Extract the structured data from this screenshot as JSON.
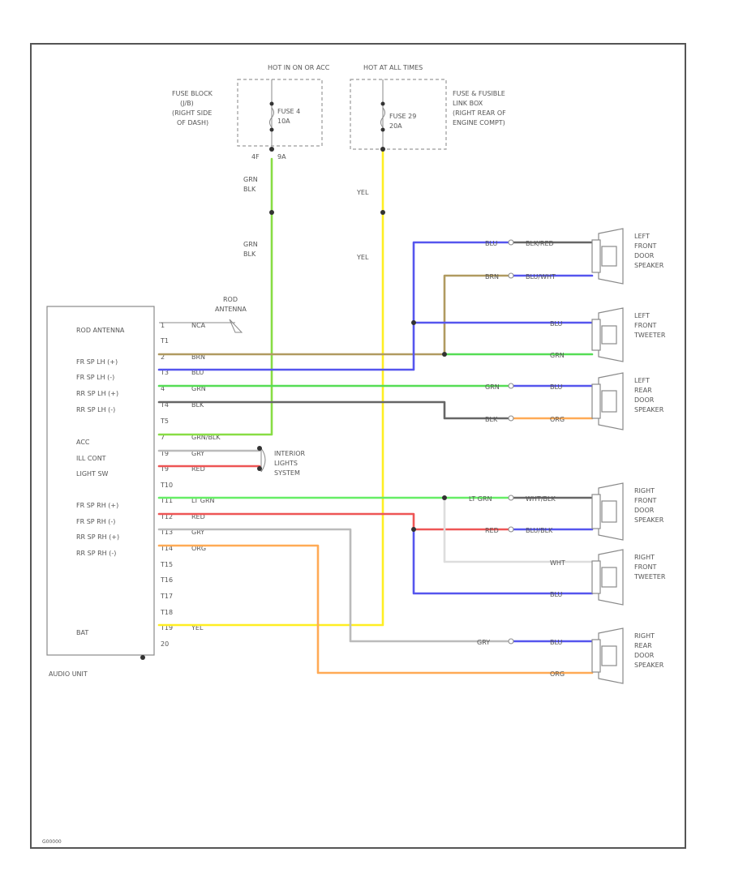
{
  "colors": {
    "grn_blk": "#88dd44",
    "yel": "#ffee22",
    "blu": "#5555ee",
    "brn": "#b09a60",
    "grn": "#55dd55",
    "blk": "#666666",
    "gry": "#bbbbbb",
    "red": "#ee5555",
    "org": "#ffaa55",
    "lt_grn": "#66ee66",
    "wht": "#dddddd"
  },
  "fuses": {
    "left": {
      "hot_label": "HOT IN ON OR ACC",
      "block_label": [
        "FUSE BLOCK",
        "(J/B)",
        "(RIGHT SIDE",
        "OF DASH)"
      ],
      "fuse": [
        "FUSE 4",
        "10A"
      ],
      "connectors": [
        "4F",
        "9A"
      ]
    },
    "right": {
      "hot_label": "HOT AT ALL TIMES",
      "block_label": [
        "FUSE & FUSIBLE",
        "LINK BOX",
        "(RIGHT REAR OF",
        "ENGINE COMPT)"
      ],
      "fuse": [
        "FUSE 29",
        "20A"
      ]
    }
  },
  "wire_labels": {
    "grn_blk_1": [
      "GRN",
      "BLK"
    ],
    "grn_blk_2": [
      "GRN",
      "BLK"
    ],
    "yel_1": "YEL",
    "yel_2": "YEL"
  },
  "audio_unit": {
    "name": "AUDIO UNIT",
    "antenna_label": [
      "ROD",
      "ANTENNA"
    ],
    "pins": [
      {
        "label": "ROD ANTENNA",
        "pin": "1",
        "wire": "NCA"
      },
      {
        "label": "",
        "pin": "T1",
        "wire": ""
      },
      {
        "label": "FR SP LH (+)",
        "pin": "2",
        "wire": "BRN"
      },
      {
        "label": "FR SP LH (-)",
        "pin": "T3",
        "wire": "BLU"
      },
      {
        "label": "RR SP LH (+)",
        "pin": "4",
        "wire": "GRN"
      },
      {
        "label": "RR SP LH (-)",
        "pin": "T4",
        "wire": "BLK"
      },
      {
        "label": "",
        "pin": "T5",
        "wire": ""
      },
      {
        "label": "ACC",
        "pin": "7",
        "wire": "GRN/BLK"
      },
      {
        "label": "ILL CONT",
        "pin": "T9",
        "wire": "GRY"
      },
      {
        "label": "LIGHT SW",
        "pin": "T9",
        "wire": "RED"
      },
      {
        "label": "",
        "pin": "T10",
        "wire": ""
      },
      {
        "label": "FR SP RH (+)",
        "pin": "T11",
        "wire": "LT GRN"
      },
      {
        "label": "FR SP RH (-)",
        "pin": "T12",
        "wire": "RED"
      },
      {
        "label": "RR SP RH (+)",
        "pin": "T13",
        "wire": "GRY"
      },
      {
        "label": "RR SP RH (-)",
        "pin": "T14",
        "wire": "ORG"
      },
      {
        "label": "",
        "pin": "T15",
        "wire": ""
      },
      {
        "label": "",
        "pin": "T16",
        "wire": ""
      },
      {
        "label": "",
        "pin": "T17",
        "wire": ""
      },
      {
        "label": "",
        "pin": "T18",
        "wire": ""
      },
      {
        "label": "BAT",
        "pin": "T19",
        "wire": "YEL"
      },
      {
        "label": "",
        "pin": "20",
        "wire": ""
      }
    ]
  },
  "interior_lights": [
    "INTERIOR",
    "LIGHTS",
    "SYSTEM"
  ],
  "components": [
    {
      "name": [
        "LEFT",
        "FRONT",
        "DOOR",
        "SPEAKER"
      ],
      "wires": [
        "BLU",
        "BLK/RED",
        "BRN",
        "BLU/WHT"
      ]
    },
    {
      "name": [
        "LEFT",
        "FRONT",
        "TWEETER"
      ],
      "wires": [
        "BLU",
        "GRN"
      ]
    },
    {
      "name": [
        "LEFT",
        "REAR",
        "DOOR",
        "SPEAKER"
      ],
      "wires": [
        "GRN",
        "BLU",
        "BLK",
        "ORG"
      ]
    },
    {
      "name": [
        "RIGHT",
        "FRONT",
        "DOOR",
        "SPEAKER"
      ],
      "wires": [
        "LT GRN",
        "WHT/BLK",
        "RED",
        "BLU/BLK"
      ]
    },
    {
      "name": [
        "RIGHT",
        "FRONT",
        "TWEETER"
      ],
      "wires": [
        "WHT",
        "BLU"
      ]
    },
    {
      "name": [
        "RIGHT",
        "REAR",
        "DOOR",
        "SPEAKER"
      ],
      "wires": [
        "GRY",
        "BLU",
        "ORG"
      ]
    }
  ],
  "footer_code": "G00000"
}
